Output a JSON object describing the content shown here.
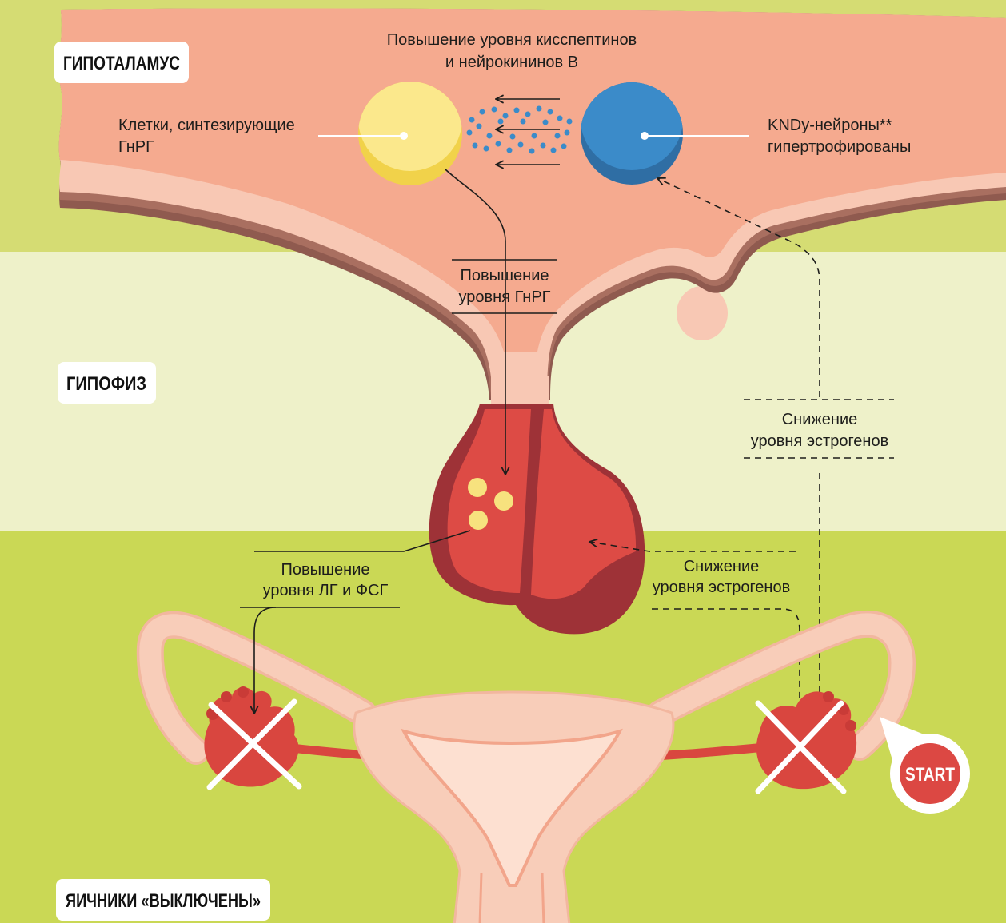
{
  "labels": {
    "hypothalamus": "ГИПОТАЛАМУС",
    "pituitary": "ГИПОФИЗ",
    "ovaries": "ЯИЧНИКИ «ВЫКЛЮЧЕНЫ»"
  },
  "annotations": {
    "kisspeptin_rise": {
      "line1": "Повышение уровня кисспептинов",
      "line2": "и нейрокининов В"
    },
    "gnrh_cells": {
      "line1": "Клетки, синтезирующие",
      "line2": "ГнРГ"
    },
    "kndy_neurons": {
      "line1": "KNDy-нейроны**",
      "line2": "гипертрофированы"
    },
    "gnrh_rise": {
      "line1": "Повышение",
      "line2": "уровня ГнРГ"
    },
    "estrogen_drop_upper": {
      "line1": "Снижение",
      "line2": "уровня эстрогенов"
    },
    "lh_fsh_rise": {
      "line1": "Повышение",
      "line2": "уровня ЛГ и ФСГ"
    },
    "estrogen_drop_lower": {
      "line1": "Снижение",
      "line2": "уровня эстрогенов"
    }
  },
  "start_marker": "START",
  "colors": {
    "background_top": "#d5dc73",
    "background_middle": "#eef1c9",
    "background_bottom": "#cad855",
    "hypothalamus": "#f5aa8f",
    "tissue_light": "#f8c8b4",
    "tissue_dark": "#8f5a4f",
    "tissue_mid": "#a96f60",
    "pituitary": "#dd4b45",
    "pituitary_dark": "#9e3237",
    "gnrh_cells": "#fbe88c",
    "gnrh_cells_shade": "#f1d24a",
    "kndy_neurons": "#3b8bc9",
    "kndy_neurons_shade": "#2f6ea4",
    "ovary": "#d9463f",
    "uterus": "#f8cdb9",
    "uterus_line": "#f2a58b",
    "start_marker": "#dc4843"
  }
}
